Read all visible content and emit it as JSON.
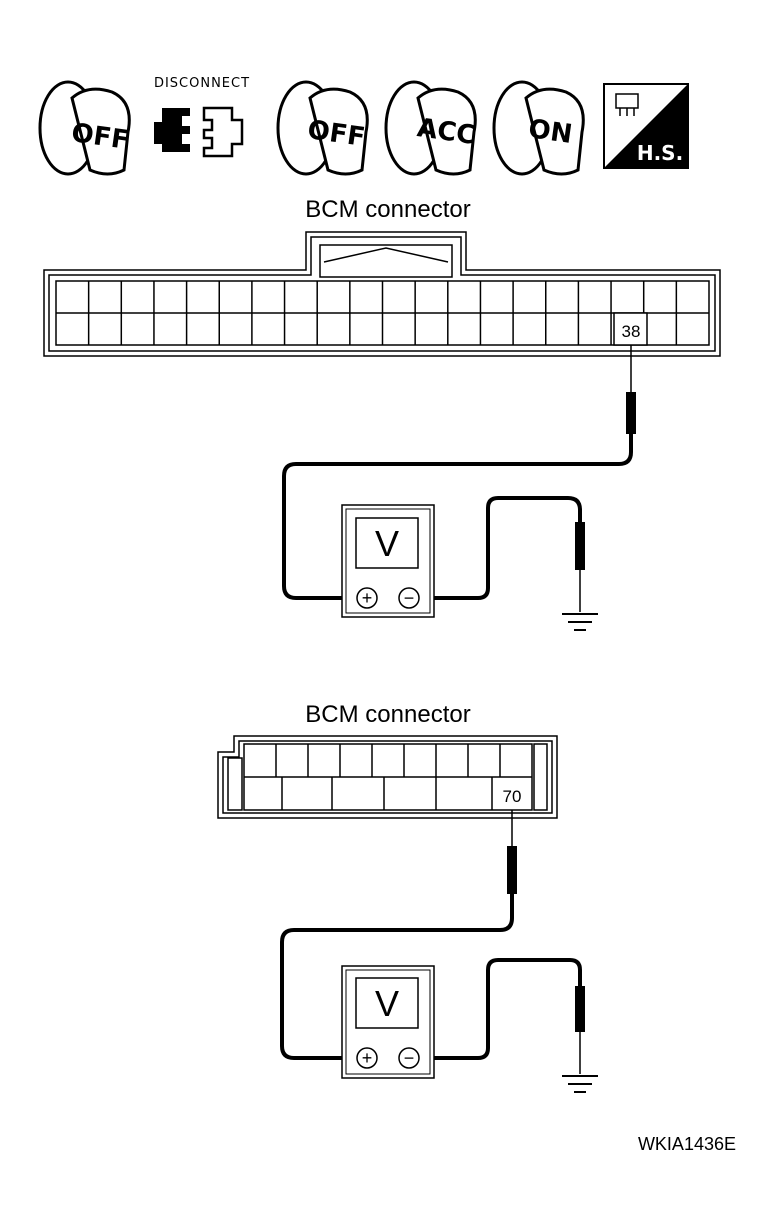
{
  "icons": [
    {
      "id": "key-off-1",
      "icon": "ignition-key-icon",
      "label": "OFF"
    },
    {
      "id": "disconnect",
      "icon": "connector-disconnect-icon",
      "label": "DISCONNECT"
    },
    {
      "id": "key-off-2",
      "icon": "ignition-key-icon",
      "label": "OFF"
    },
    {
      "id": "key-acc",
      "icon": "ignition-key-icon",
      "label": "ACC"
    },
    {
      "id": "key-on",
      "icon": "ignition-key-icon",
      "label": "ON"
    },
    {
      "id": "hs",
      "icon": "harness-side-icon",
      "label": "H.S."
    }
  ],
  "upper": {
    "connector_title": "BCM connector",
    "terminal": "38",
    "meter_symbol": "V",
    "plus": "+",
    "minus": "−"
  },
  "lower": {
    "connector_title": "BCM connector",
    "terminal": "70",
    "meter_symbol": "V",
    "plus": "+",
    "minus": "−"
  },
  "figure_code": "WKIA1436E"
}
